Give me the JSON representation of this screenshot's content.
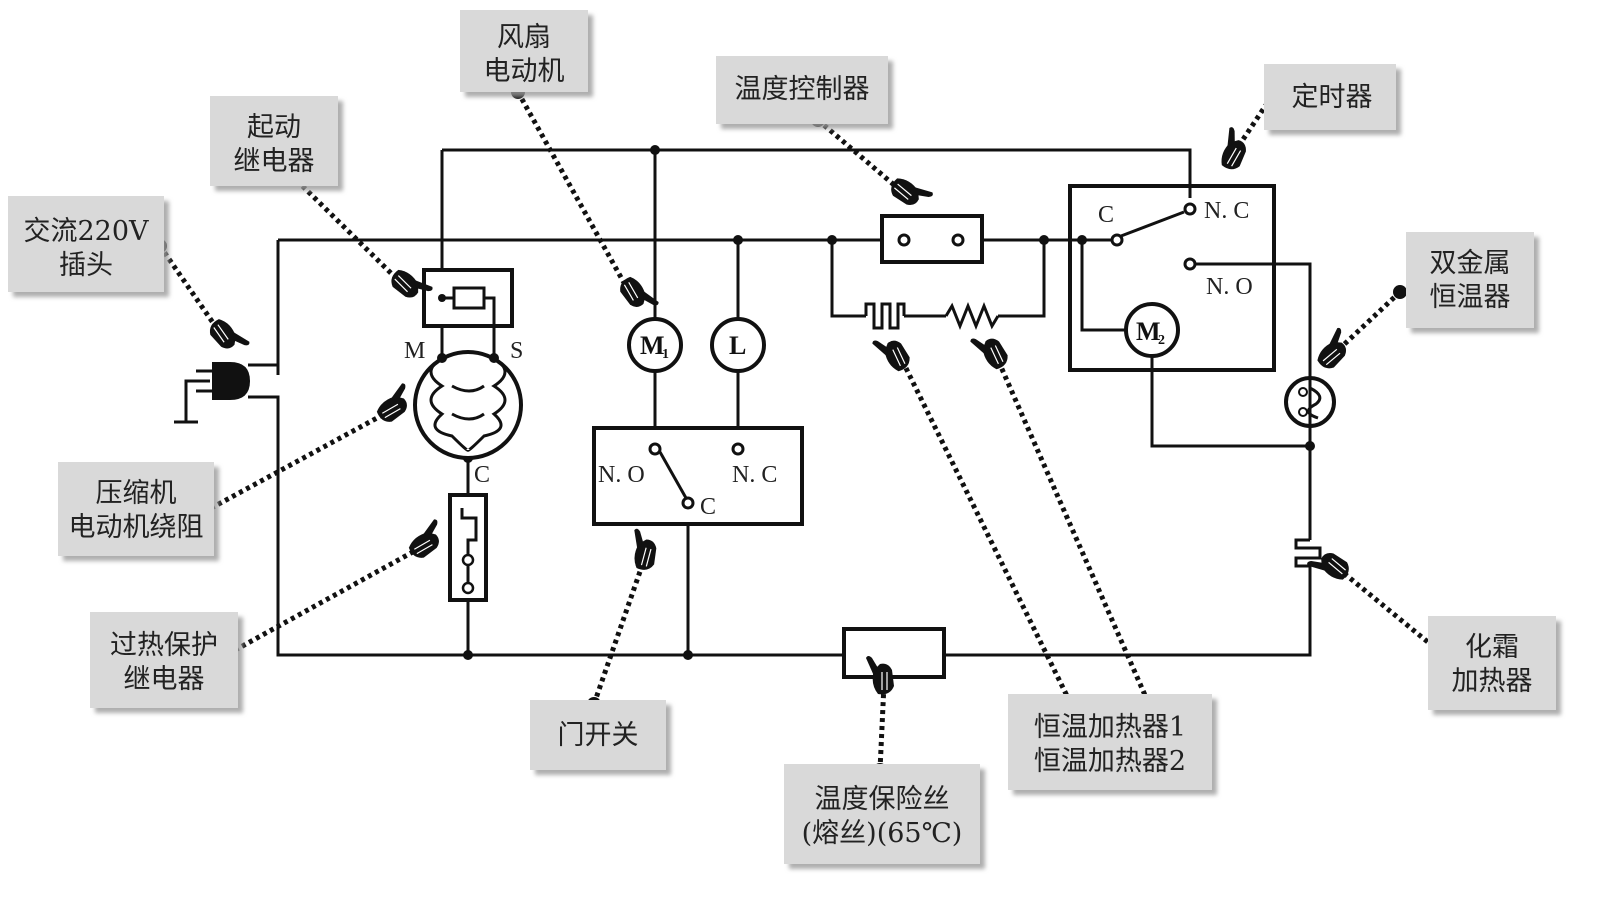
{
  "labels": {
    "fan_motor": [
      "风扇",
      "电动机"
    ],
    "start_relay": [
      "起动",
      "继电器"
    ],
    "ac_plug": [
      "交流220V",
      "插头"
    ],
    "temp_controller": [
      "温度控制器"
    ],
    "timer": [
      "定时器"
    ],
    "bimetal_thermostat": [
      "双金属",
      "恒温器"
    ],
    "compressor_winding": [
      "压缩机",
      "电动机绕阻"
    ],
    "overheat_relay": [
      "过热保护",
      "继电器"
    ],
    "door_switch": [
      "门开关"
    ],
    "temp_fuse": [
      "温度保险丝",
      "(熔丝)(65℃)"
    ],
    "thermo_heaters": [
      "恒温加热器1",
      "恒温加热器2"
    ],
    "defrost_heater": [
      "化霜",
      "加热器"
    ]
  },
  "terminals": {
    "timer_c": "C",
    "timer_nc": "N. C",
    "timer_no": "N. O",
    "door_no": "N. O",
    "door_nc": "N. C",
    "door_c": "C",
    "comp_m": "M",
    "comp_s": "S",
    "comp_c": "C"
  },
  "symbols": {
    "fan_motor": "M",
    "fan_motor_sub": "1",
    "lamp": "L",
    "timer_motor": "M",
    "timer_motor_sub": "2"
  }
}
